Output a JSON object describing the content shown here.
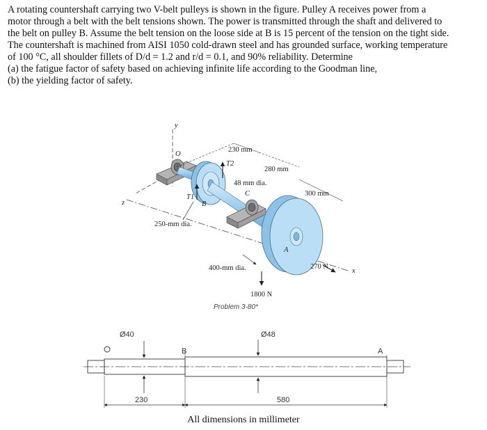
{
  "problem": {
    "lines": [
      "A rotating countershaft carrying two V-belt pulleys is shown in the figure. Pulley A receives power from a",
      "motor through a belt with the belt tensions shown. The power is transmitted through the shaft and delivered to",
      "the belt on pulley B. Assume the belt tension on the loose side at B is 15 percent of the tension on the tight side.",
      "The countershaft is machined from AISI 1050 cold-drawn steel and has grounded surface, working temperature",
      "of 100 °C, all shoulder fillets of D/d = 1.2 and r/d = 0.1, and 90% reliability. Determine",
      "(a) the fatigue factor of safety based on achieving infinite life according to the Goodman line,",
      "(b) the yielding factor of safety."
    ]
  },
  "iso": {
    "y_axis": "y",
    "z_axis": "z",
    "x_axis": "x",
    "point_o": "O",
    "point_c": "C",
    "pulley_a": "A",
    "pulley_b": "B",
    "t1": "T1",
    "t2": "T2",
    "dim_230": "230 mm",
    "dim_280": "280 mm",
    "dim_300": "300 mm",
    "shaft_dia": "48 mm dia.",
    "pulley_b_dia": "250-mm dia.",
    "pulley_a_dia": "400-mm dia.",
    "force_1800": "1800 N",
    "force_270": "270 N",
    "caption": "Problem 3-80*"
  },
  "shaft": {
    "dia_40": "Ø40",
    "dia_48": "Ø48",
    "label_o": "O",
    "label_b": "B",
    "label_a": "A",
    "dim_230": "230",
    "dim_580": "580"
  },
  "note": "All dimensions in millimeter",
  "colors": {
    "pulley": "#a9d6f2",
    "pulley_edge": "#4a7da3",
    "bearing": "#9a9a9a"
  }
}
